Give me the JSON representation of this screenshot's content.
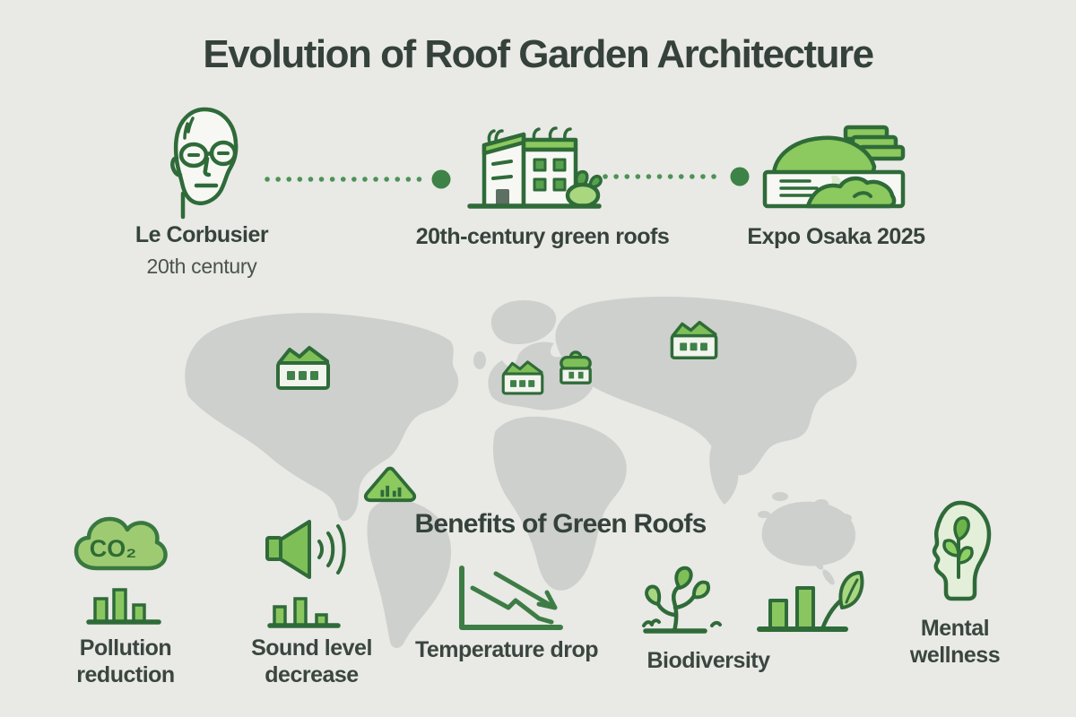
{
  "title": "Evolution of Roof Garden Architecture",
  "timeline": {
    "items": [
      {
        "icon": "le-corbusier-portrait-icon",
        "label": "Le Corbusier",
        "sublabel": "20th century"
      },
      {
        "icon": "green-roof-buildings-icon",
        "label": "20th-century green roofs"
      },
      {
        "icon": "expo-osaka-pavilion-icon",
        "label": "Expo Osaka 2025"
      }
    ],
    "connector_style": "dotted-line-with-end-dot"
  },
  "map": {
    "description": "world-map-silhouette",
    "markers": [
      {
        "icon": "green-roof-building-icon",
        "region": "north-america"
      },
      {
        "icon": "green-roof-building-icon",
        "region": "europe-west"
      },
      {
        "icon": "dome-roof-building-icon",
        "region": "europe-east"
      },
      {
        "icon": "green-roof-building-icon",
        "region": "russia"
      },
      {
        "icon": "green-hill-city-icon",
        "region": "south-america"
      }
    ]
  },
  "benefits": {
    "heading": "Benefits of Green Roofs",
    "co2_label": "CO₂",
    "items": [
      {
        "icon": "co2-cloud-with-bars-icon",
        "label": "Pollution reduction"
      },
      {
        "icon": "speaker-with-bars-icon",
        "label": "Sound level decrease"
      },
      {
        "icon": "falling-line-chart-icon",
        "label": "Temperature drop"
      },
      {
        "icon": "plant-sprout-icon",
        "label": "Biodiversity"
      },
      {
        "icon": "head-with-plant-icon",
        "label": "Mental wellness"
      }
    ]
  },
  "colors": {
    "background": "#e9e9e6",
    "map_fill": "#cdd0cc",
    "green_dark": "#2f6b39",
    "green_mid": "#7fbf58",
    "green_light": "#a9d780",
    "green_pale": "#e4efda",
    "dot_green": "#4c9355",
    "text_dark": "#36433c"
  }
}
